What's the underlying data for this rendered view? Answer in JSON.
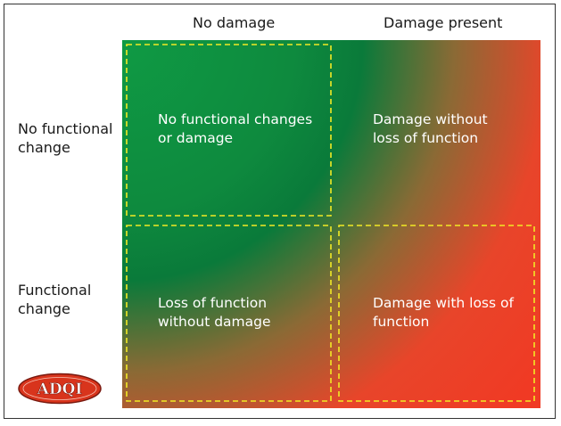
{
  "columns": {
    "left": "No damage",
    "right": "Damage present"
  },
  "rows": {
    "top": "No functional\nchange",
    "bottom": "Functional\nchange"
  },
  "quadrants": {
    "top_left": "No functional changes\nor damage",
    "top_right": "Damage without\nloss of function",
    "bottom_left": "Loss of function\nwithout damage",
    "bottom_right": "Damage with loss of\nfunction"
  },
  "logo": {
    "text": "ADQI"
  },
  "colors": {
    "green": "#0e8a3e",
    "green_dark": "#0a7a3a",
    "red": "#f03a24",
    "dashed_box": "#f2ea25",
    "logo_fill": "#d8341c"
  }
}
